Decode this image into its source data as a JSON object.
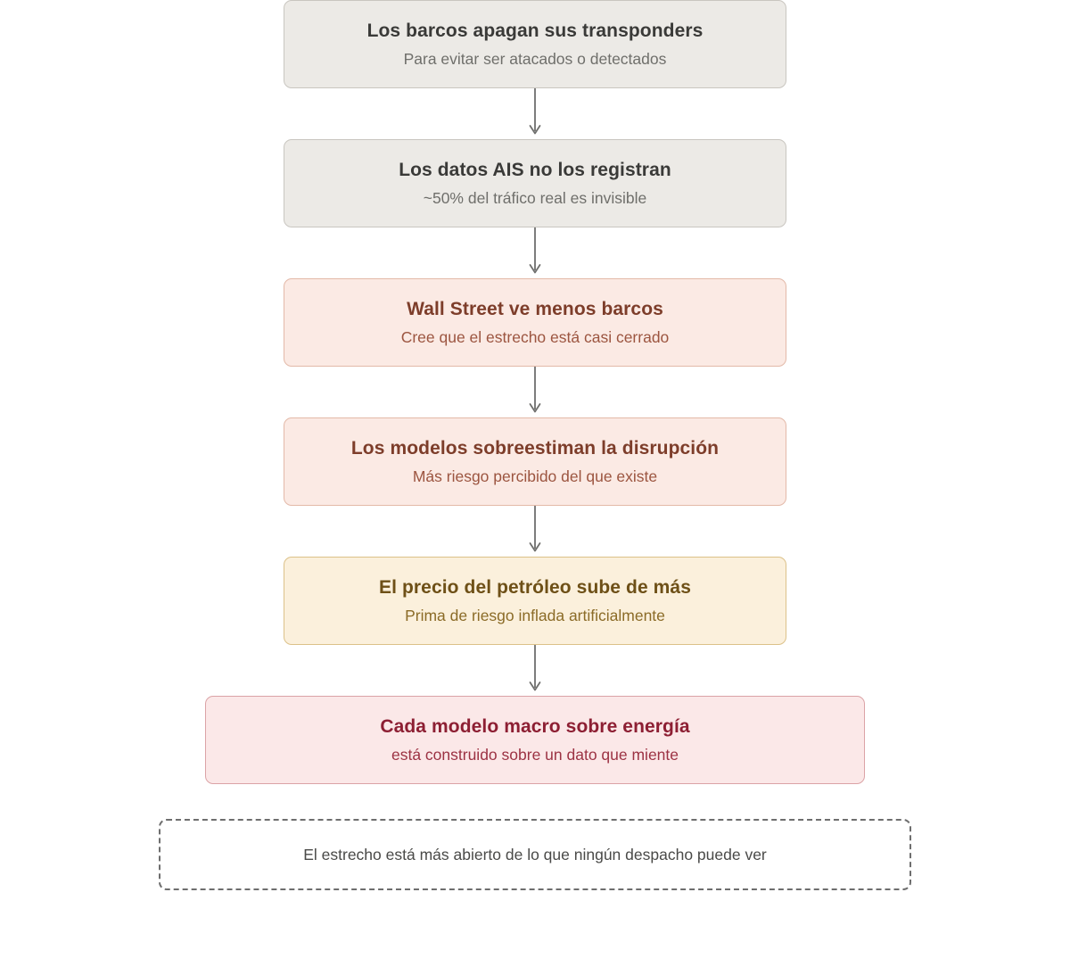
{
  "diagram": {
    "nodes": [
      {
        "title": "Los barcos apagan sus transponders",
        "subtitle": "Para evitar ser atacados o detectados",
        "style": "neutral",
        "fill": "#eceae6",
        "border": "#c9c6c0",
        "title_color": "#3a3a38",
        "subtitle_color": "#6f6f6b"
      },
      {
        "title": "Los datos AIS no los registran",
        "subtitle": "~50% del tráfico real es invisible",
        "style": "neutral",
        "fill": "#eceae6",
        "border": "#c9c6c0",
        "title_color": "#3a3a38",
        "subtitle_color": "#6f6f6b"
      },
      {
        "title": "Wall Street ve menos barcos",
        "subtitle": "Cree que el estrecho está casi cerrado",
        "style": "pink",
        "fill": "#fbeae4",
        "border": "#e3b9a8",
        "title_color": "#7d3d2a",
        "subtitle_color": "#9c5540"
      },
      {
        "title": "Los modelos sobreestiman la disrupción",
        "subtitle": "Más riesgo percibido del que existe",
        "style": "pink",
        "fill": "#fbeae4",
        "border": "#e3b9a8",
        "title_color": "#7d3d2a",
        "subtitle_color": "#9c5540"
      },
      {
        "title": "El precio del petróleo sube de más",
        "subtitle": "Prima de riesgo inflada artificialmente",
        "style": "cream",
        "fill": "#fbf0dc",
        "border": "#dcc189",
        "title_color": "#6e5017",
        "subtitle_color": "#8b6b27"
      },
      {
        "title": "Cada modelo macro sobre energía",
        "subtitle": "está construido sobre un dato que miente",
        "style": "crimson",
        "fill": "#fbe8e8",
        "border": "#dba3a6",
        "title_color": "#8d1f33",
        "subtitle_color": "#9c3243"
      }
    ],
    "connector": {
      "icon": "arrow-down-icon",
      "color": "#6f6f6d",
      "count": 5
    },
    "footer_note": {
      "text": "El estrecho está más abierto de lo que ningún despacho puede ver",
      "border_color": "#6e6e6e",
      "text_color": "#4a4a48",
      "border_style": "dashed"
    }
  }
}
